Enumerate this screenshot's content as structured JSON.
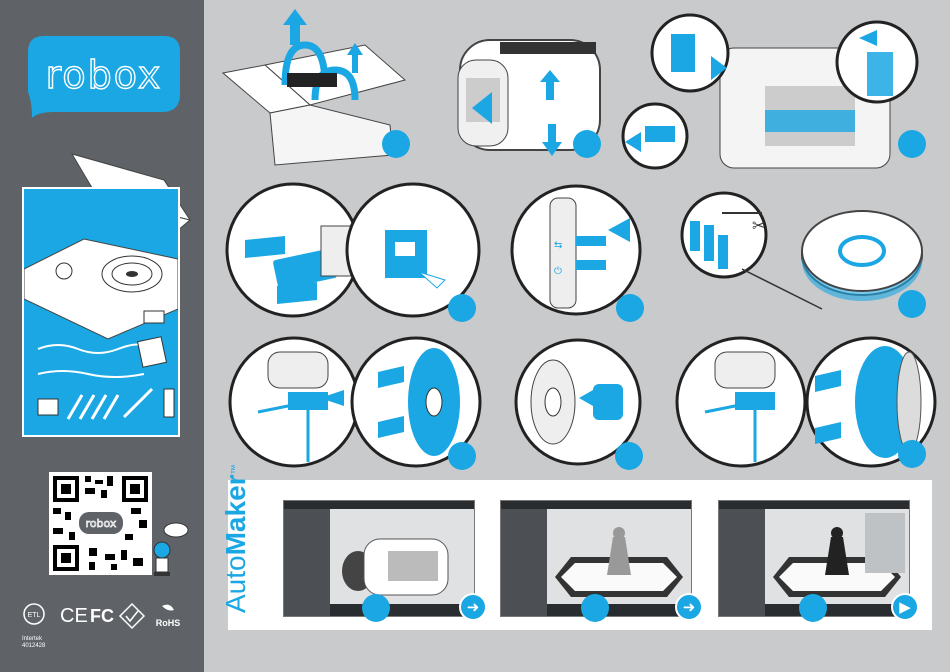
{
  "brand": {
    "logo_text": "robox",
    "qr_badge_text": "robox"
  },
  "automaker": {
    "title_light": "Auto",
    "title_bold": "Maker",
    "trademark": "™"
  },
  "certifications": {
    "labels": [
      "ETL",
      "CE",
      "FC",
      "C-Tick",
      "RoHS"
    ],
    "etl_line1": "Intertek",
    "etl_line2": "4012428"
  },
  "colors": {
    "accent": "#1aa7e3",
    "sidebar": "#5f6368",
    "panel": "#c8cacc"
  },
  "steps": [
    {
      "id": "unbox"
    },
    {
      "id": "remove-packing"
    },
    {
      "id": "mount-spool-holder"
    },
    {
      "id": "install-software"
    },
    {
      "id": "connect-cables"
    },
    {
      "id": "cut-filament"
    },
    {
      "id": "feed-filament"
    },
    {
      "id": "attach-spool-hub"
    },
    {
      "id": "load-spool"
    }
  ],
  "icons": {
    "scissors": "scissors-icon",
    "usb": "usb-icon",
    "power": "power-icon",
    "next": "arrow-right-icon",
    "play": "play-icon"
  }
}
